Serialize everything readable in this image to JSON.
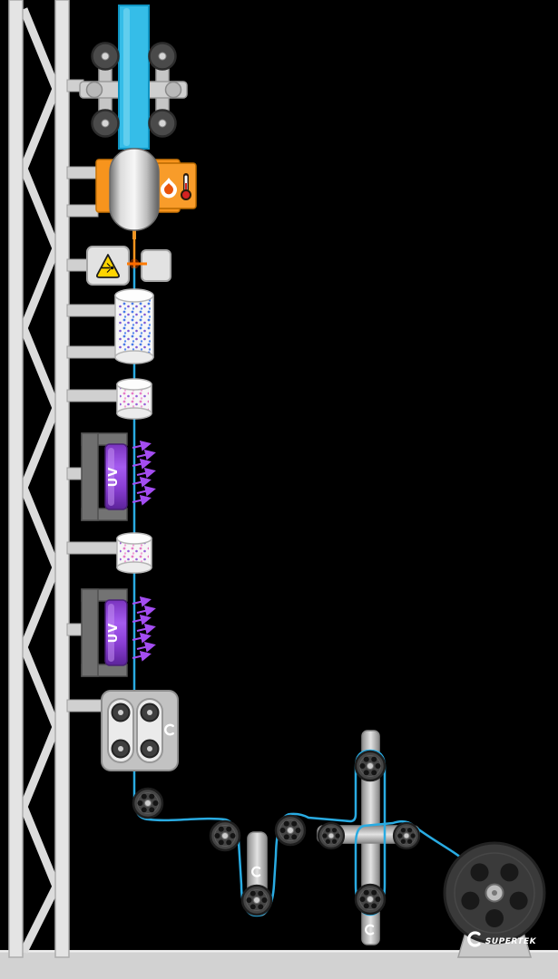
{
  "scene": {
    "type": "process-diagram",
    "subject": "optical-fiber-draw-tower"
  },
  "labels": {
    "uv": "UV",
    "brand": "SUPERTEK"
  },
  "colors": {
    "background": "#000000",
    "structure": "#e3e3e3",
    "fiber": "#29abe2",
    "hot_fiber": "#f7941d",
    "preform": "#35bde8",
    "furnace": "#f7941d",
    "uv_lamp": "#8a3fd0",
    "uv_rays": "#a44df2",
    "warning_sign": "#ffd500",
    "laser_beam": "#ff7a00",
    "wheel": "#454545"
  },
  "icons": [
    "flame-icon",
    "thermometer-icon",
    "laser-warning-icon",
    "swoosh-logo",
    "pulley-wheel"
  ],
  "components": [
    {
      "name": "tower-frame"
    },
    {
      "name": "preform-feed-clamp"
    },
    {
      "name": "glass-preform"
    },
    {
      "name": "draw-furnace"
    },
    {
      "name": "heat-indicator"
    },
    {
      "name": "laser-diameter-gauge"
    },
    {
      "name": "cooling-tube"
    },
    {
      "name": "coating-applicator-1"
    },
    {
      "name": "uv-curing-oven-1"
    },
    {
      "name": "coating-applicator-2"
    },
    {
      "name": "uv-curing-oven-2"
    },
    {
      "name": "capstan-tractor"
    },
    {
      "name": "guide-pulley"
    },
    {
      "name": "dancer-tension-arm"
    },
    {
      "name": "fiber-accumulator"
    },
    {
      "name": "take-up-spool"
    }
  ]
}
